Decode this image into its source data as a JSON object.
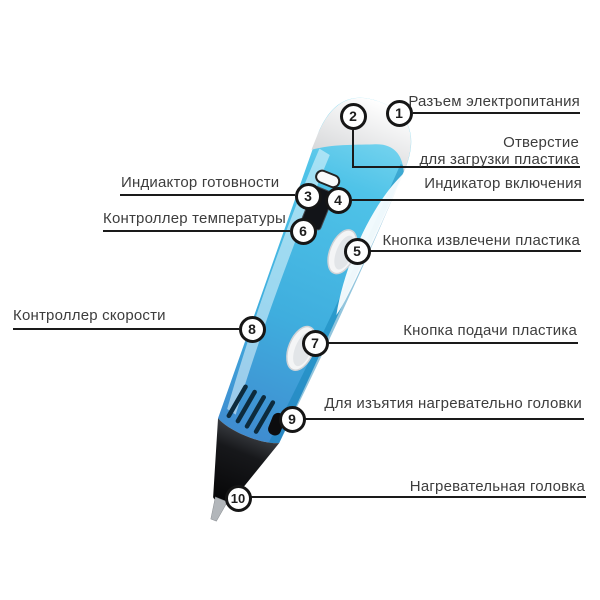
{
  "callouts": [
    {
      "number": "1",
      "label": "Разъем электропитания",
      "side": "right"
    },
    {
      "number": "2",
      "label": "Отверстие\nдля загрузки пластика",
      "side": "right"
    },
    {
      "number": "3",
      "label": "Индиактор готовности",
      "side": "left"
    },
    {
      "number": "4",
      "label": "Индикатор включения",
      "side": "right"
    },
    {
      "number": "5",
      "label": "Кнопка извлечени пластика",
      "side": "right"
    },
    {
      "number": "6",
      "label": "Контроллер температуры",
      "side": "left"
    },
    {
      "number": "7",
      "label": "Кнопка подачи пластика",
      "side": "right"
    },
    {
      "number": "8",
      "label": "Контроллер скорости",
      "side": "left"
    },
    {
      "number": "9",
      "label": "Для изъятия нагревательно головки",
      "side": "right"
    },
    {
      "number": "10",
      "label": "Нагревательная головка",
      "side": "right"
    }
  ],
  "illustration": {
    "subject": "3d-printing-pen",
    "colors": {
      "body_top": "#4fc3e8",
      "body_bottom": "#3f8cd0",
      "cap_white": "#f5f6f7",
      "tip_black": "#101013",
      "nozzle_gray": "#b2b6ba",
      "callout_line": "#1a1a1a",
      "label_text": "#3d3d3d"
    }
  }
}
